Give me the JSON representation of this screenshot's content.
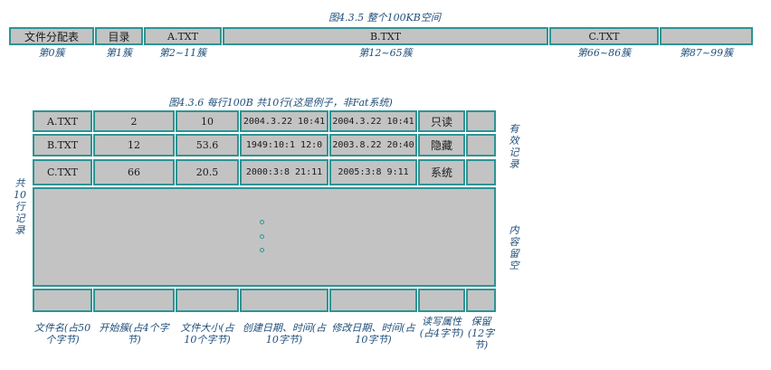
{
  "fig1": {
    "caption": "图4.3.5  整个100KB空间",
    "segments": [
      {
        "label": "文件分配表",
        "sublabel": "第0簇"
      },
      {
        "label": "目录",
        "sublabel": "第1簇"
      },
      {
        "label": "A.TXT",
        "sublabel": "第2~11簇"
      },
      {
        "label": "B.TXT",
        "sublabel": "第12~65簇"
      },
      {
        "label": "C.TXT",
        "sublabel": "第66~86簇"
      },
      {
        "label": "",
        "sublabel": "第87~99簇"
      }
    ]
  },
  "fig2": {
    "caption": "图4.3.6  每行100B 共10行(这是例子，非Fat系统)",
    "rows": [
      {
        "name": "A.TXT",
        "start": "2",
        "size": "10",
        "created": "2004.3.22 10:41",
        "modified": "2004.3.22 10:41",
        "attr": "只读",
        "reserved": ""
      },
      {
        "name": "B.TXT",
        "start": "12",
        "size": "53.6",
        "created": "1949:10:1 12:0",
        "modified": "2003.8.22 20:40",
        "attr": "隐藏",
        "reserved": ""
      },
      {
        "name": "C.TXT",
        "start": "66",
        "size": "20.5",
        "created": "2000:3:8 21:11",
        "modified": "2005:3:8 9:11",
        "attr": "系统",
        "reserved": ""
      }
    ],
    "left_label": "共10行记录",
    "right_top_label": "有效记录",
    "right_bottom_label": "内容留空",
    "column_labels": {
      "name": "文件名(占50个字节)",
      "start": "开始簇(占4个字节)",
      "size": "文件大小(占10个字节)",
      "created": "创建日期、时间(占10字节)",
      "modified": "修改日期、时间(占10字节)",
      "attr": "读写属性(占4字节)",
      "reserved": "保留(12字节)"
    }
  },
  "colors": {
    "cell_fill": "#c3c3c3",
    "cell_border": "#2e9494",
    "label_text": "#1f4e79"
  }
}
